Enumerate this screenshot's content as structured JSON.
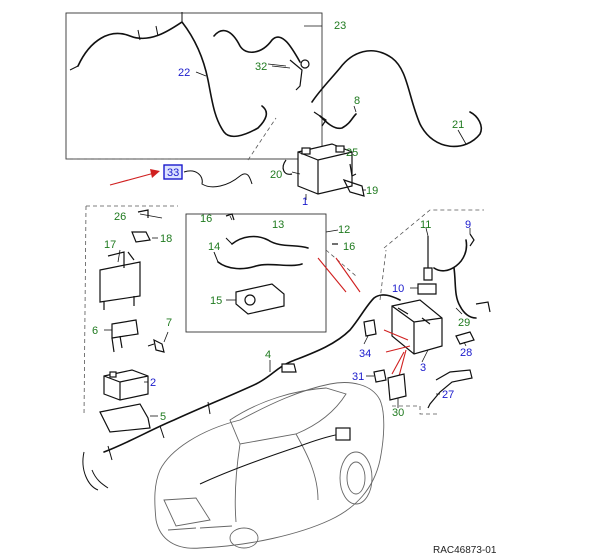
{
  "diagram": {
    "reference_code": "RAC46873-01",
    "highlighted_callout": "33",
    "callouts": {
      "c1": "1",
      "c2": "2",
      "c3": "3",
      "c4": "4",
      "c5": "5",
      "c6": "6",
      "c7": "7",
      "c8": "8",
      "c9": "9",
      "c10": "10",
      "c11": "11",
      "c12": "12",
      "c13": "13",
      "c14": "14",
      "c15": "15",
      "c16a": "16",
      "c16b": "16",
      "c17": "17",
      "c18": "18",
      "c19": "19",
      "c20": "20",
      "c21": "21",
      "c22": "22",
      "c23": "23",
      "c25": "25",
      "c26": "26",
      "c27": "27",
      "c28": "28",
      "c29": "29",
      "c30": "30",
      "c31": "31",
      "c32": "32",
      "c34": "34"
    },
    "colors": {
      "label_green": "#1f7a1f",
      "label_blue": "#1a1acc",
      "highlight_box": "#1a1acc",
      "arrow_red": "#d02020"
    }
  }
}
